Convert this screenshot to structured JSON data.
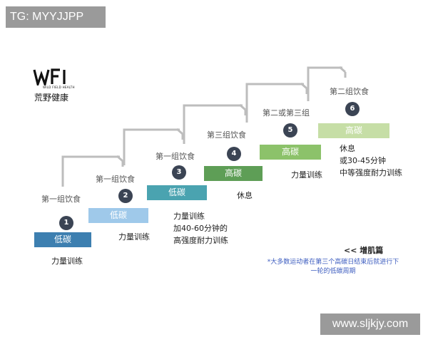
{
  "watermark_tg": "TG: MYYJJPP",
  "watermark_site": "www.sljkjy.com",
  "logo": {
    "mark": "WFI",
    "tagline": "WILD FIELD HEALTH",
    "name": "荒野健康"
  },
  "steps": [
    {
      "num": "1",
      "bar_label": "低碳",
      "bar_color": "#3d7fb0",
      "meal": "第一组饮食",
      "desc": [
        "力量训练"
      ]
    },
    {
      "num": "2",
      "bar_label": "低碳",
      "bar_color": "#9fc9ea",
      "meal": "第一组饮食",
      "desc": [
        "力量训练"
      ]
    },
    {
      "num": "3",
      "bar_label": "低碳",
      "bar_color": "#4aa3b0",
      "meal": "第一组饮食",
      "desc": [
        "力量训练",
        "加40-60分钟的",
        "高强度耐力训练"
      ]
    },
    {
      "num": "4",
      "bar_label": "高碳",
      "bar_color": "#5e9e56",
      "meal": "第三组饮食",
      "desc": [
        "休息"
      ]
    },
    {
      "num": "5",
      "bar_label": "高碳",
      "bar_color": "#8cc26a",
      "meal": "第二或第三组",
      "desc": [
        "力量训练"
      ]
    },
    {
      "num": "6",
      "bar_label": "高碳",
      "bar_color": "#c6dea6",
      "meal": "第二组饮食",
      "desc": [
        "休息",
        "或30-45分钟",
        "中等强度耐力训练"
      ]
    }
  ],
  "section_tag": "<<  增肌篇",
  "note": "*大多数运动者在第三个高碳日结束后就进行下一轮的低碳周期"
}
